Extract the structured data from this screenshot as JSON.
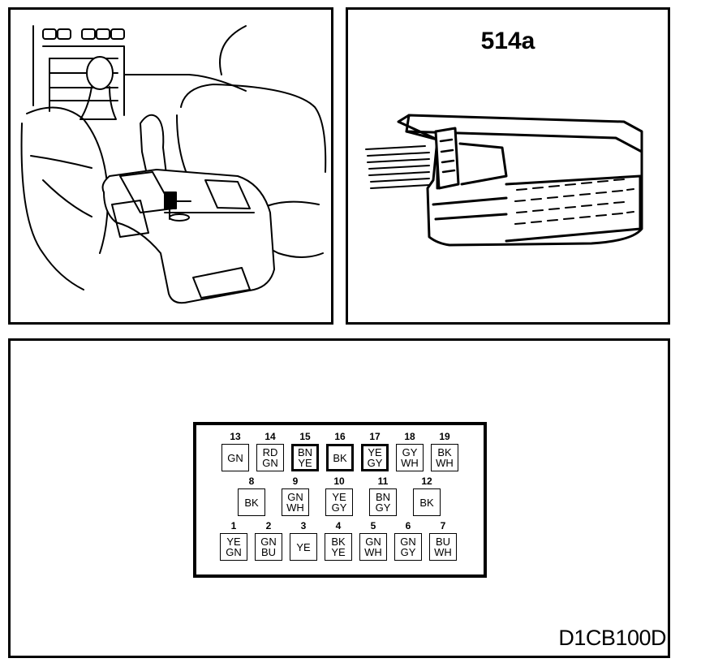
{
  "connector": {
    "title": "514a"
  },
  "drawing_code": "D1CB100D",
  "pins": [
    {
      "n": "13",
      "c": [
        "GN"
      ],
      "thick": false
    },
    {
      "n": "14",
      "c": [
        "RD",
        "GN"
      ],
      "thick": false
    },
    {
      "n": "15",
      "c": [
        "BN",
        "YE"
      ],
      "thick": true
    },
    {
      "n": "16",
      "c": [
        "BK"
      ],
      "thick": true
    },
    {
      "n": "17",
      "c": [
        "YE",
        "GY"
      ],
      "thick": true
    },
    {
      "n": "18",
      "c": [
        "GY",
        "WH"
      ],
      "thick": false
    },
    {
      "n": "19",
      "c": [
        "BK",
        "WH"
      ],
      "thick": false
    },
    {
      "n": "8",
      "c": [
        "BK"
      ],
      "thick": false
    },
    {
      "n": "9",
      "c": [
        "GN",
        "WH"
      ],
      "thick": false
    },
    {
      "n": "10",
      "c": [
        "YE",
        "GY"
      ],
      "thick": false
    },
    {
      "n": "11",
      "c": [
        "BN",
        "GY"
      ],
      "thick": false
    },
    {
      "n": "12",
      "c": [
        "BK"
      ],
      "thick": false
    },
    {
      "n": "1",
      "c": [
        "YE",
        "GN"
      ],
      "thick": false
    },
    {
      "n": "2",
      "c": [
        "GN",
        "BU"
      ],
      "thick": false
    },
    {
      "n": "3",
      "c": [
        "YE"
      ],
      "thick": false
    },
    {
      "n": "4",
      "c": [
        "BK",
        "YE"
      ],
      "thick": false
    },
    {
      "n": "5",
      "c": [
        "GN",
        "WH"
      ],
      "thick": false
    },
    {
      "n": "6",
      "c": [
        "GN",
        "GY"
      ],
      "thick": false
    },
    {
      "n": "7",
      "c": [
        "BU",
        "WH"
      ],
      "thick": false
    }
  ]
}
